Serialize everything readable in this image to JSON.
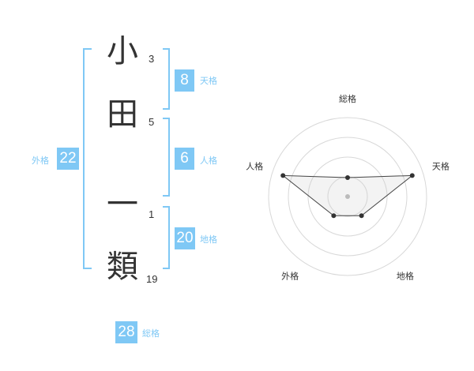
{
  "colors": {
    "accent": "#7fc8f5",
    "text": "#333333"
  },
  "name": {
    "chars": [
      {
        "char": "小",
        "strokes": "3"
      },
      {
        "char": "田",
        "strokes": "5"
      },
      {
        "char": "一",
        "strokes": "1"
      },
      {
        "char": "類",
        "strokes": "19"
      }
    ]
  },
  "kaku": {
    "tenkaku": {
      "value": "8",
      "label": "天格"
    },
    "jinkaku": {
      "value": "6",
      "label": "人格"
    },
    "chikaku": {
      "value": "20",
      "label": "地格"
    },
    "gaikaku": {
      "value": "22",
      "label": "外格"
    },
    "soukaku": {
      "value": "28",
      "label": "総格"
    }
  },
  "chart_data": {
    "type": "radar",
    "axes": [
      "総格",
      "天格",
      "地格",
      "外格",
      "人格"
    ],
    "values": [
      0.24,
      0.86,
      0.3,
      0.3,
      0.86
    ],
    "range": [
      0,
      1
    ],
    "rings": 4
  }
}
